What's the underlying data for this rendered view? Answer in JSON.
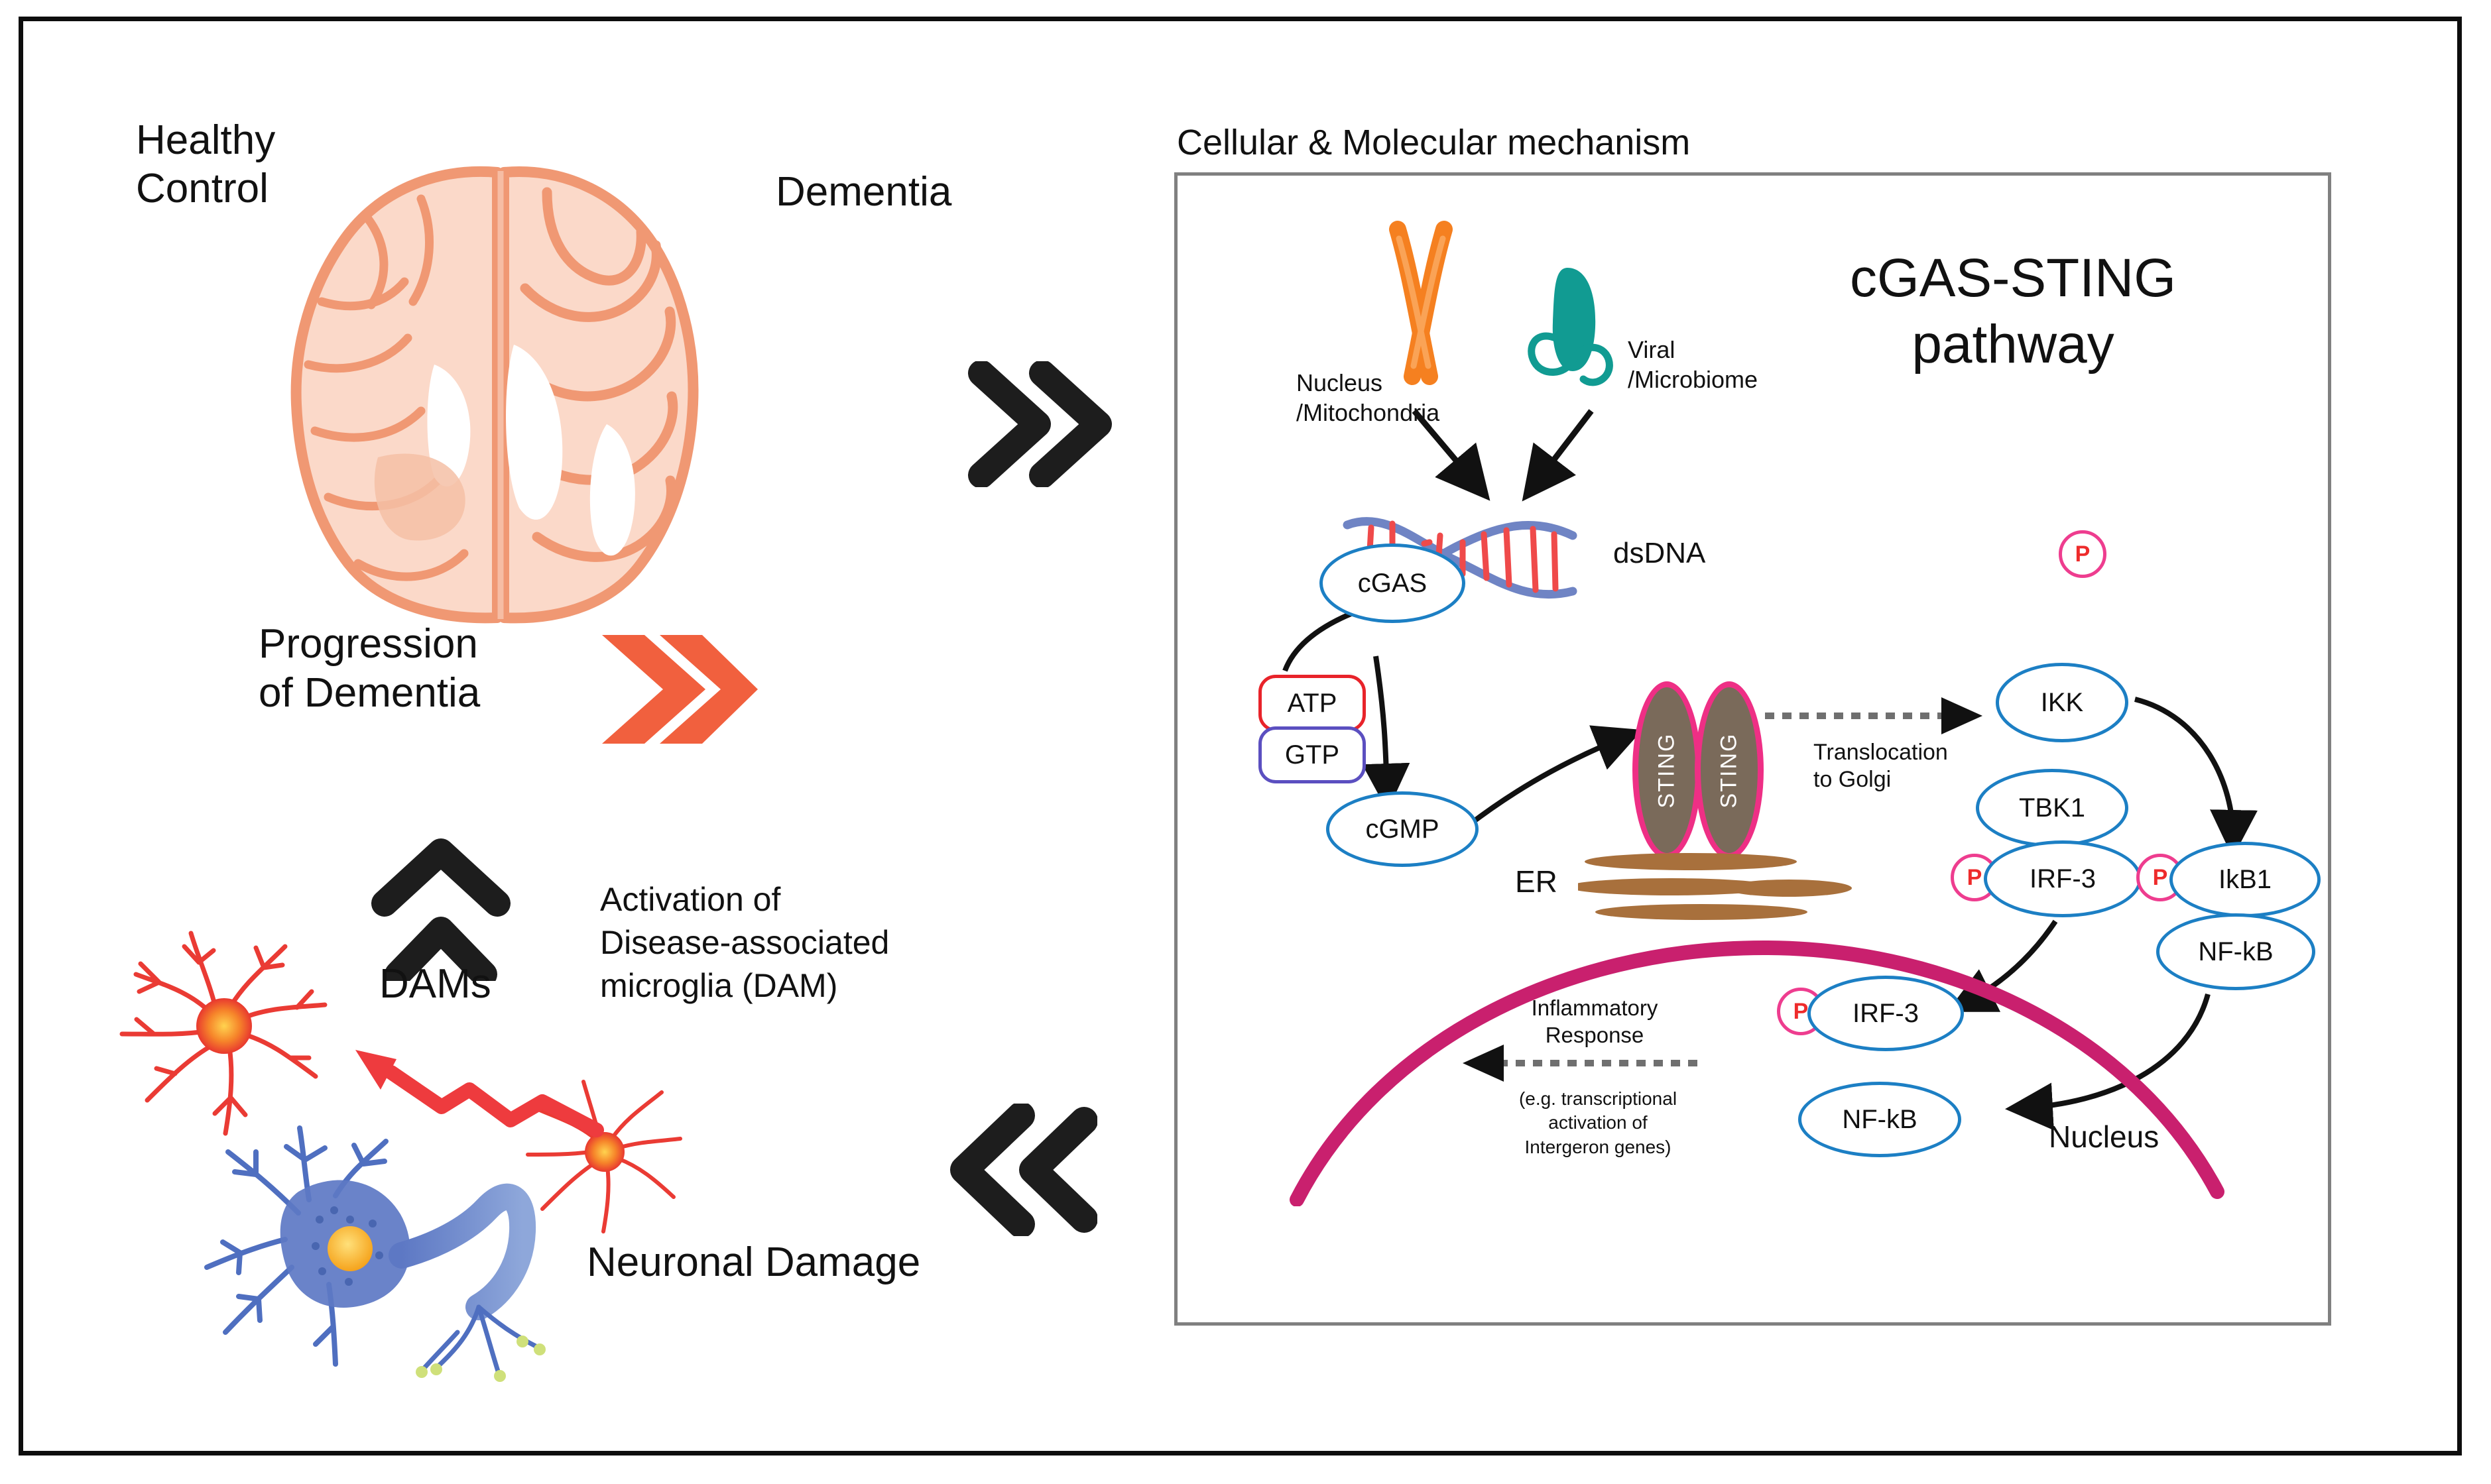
{
  "figure": {
    "left_panel": {
      "healthy_control": "Healthy\nControl",
      "dementia": "Dementia",
      "progression": "Progression\nof Dementia",
      "dams": "DAMs",
      "activation": "Activation of\nDisease-associated\nmicroglia (DAM)",
      "neuronal_damage": "Neuronal Damage"
    },
    "right_panel": {
      "section_title": "Cellular & Molecular mechanism",
      "pathway_title": "cGAS-STING\npathway",
      "labels": {
        "nucleus_mitochondria": "Nucleus\n/Mitochondria",
        "viral_microbiome": "Viral\n/Microbiome",
        "dsdna": "dsDNA",
        "er": "ER",
        "translocation": "Translocation\nto Golgi",
        "inflammatory_response": "Inflammatory\nResponse",
        "intergeron": "(e.g. transcriptional\nactivation of\nIntergeron genes)",
        "nucleus": "Nucleus"
      },
      "nodes": {
        "cgas": "cGAS",
        "atp": "ATP",
        "gtp": "GTP",
        "cgmp": "cGMP",
        "sting_a": "STING",
        "sting_b": "STING",
        "ikk": "IKK",
        "tbk1": "TBK1",
        "irf3_cyto": "IRF-3",
        "ikb1": "IkB1",
        "nfkb_cyto": "NF-kB",
        "irf3_nuc": "IRF-3",
        "nfkb_nuc": "NF-kB",
        "phospho": "P"
      }
    },
    "colors": {
      "node_blue": "#1c7fc4",
      "atp_red": "#e8232a",
      "gtp_purple": "#5b4fc0",
      "phospho_pink": "#ee3d8f",
      "sting_pink": "#ee2f85",
      "golgi_brown": "#a8703c",
      "nuclear_membrane": "#c9206e",
      "chevron_dark": "#1d1d1d",
      "chevron_orange": "#f1603e",
      "brain_pink": "#f6ab8c",
      "microglia_red": "#ea3b34",
      "neuron_blue": "#4f6fc0",
      "chromosome_orange": "#f58020",
      "virus_teal": "#119b92"
    }
  }
}
